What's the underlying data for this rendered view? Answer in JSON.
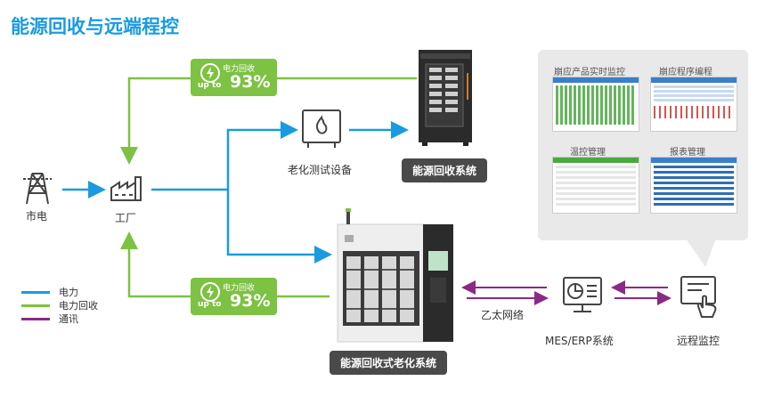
{
  "title": "能源回收与远端程控",
  "nodes": {
    "grid": "市电",
    "factory": "工厂",
    "aging_equipment": "老化测试设备",
    "recovery_system": "能源回收系统",
    "recovery_aging_system": "能源回收式老化系统",
    "mes_erp": "MES/ERP系统",
    "remote": "远程监控",
    "ethernet": "乙太网络"
  },
  "recovery_badges": [
    {
      "label": "电力回收",
      "up_to": "up to",
      "value": "93%"
    },
    {
      "label": "电力回收",
      "up_to": "up to",
      "value": "93%"
    }
  ],
  "screens": [
    {
      "title": "崩应产品实时监控"
    },
    {
      "title": "崩应程序编程"
    },
    {
      "title": "温控管理"
    },
    {
      "title": "报表管理"
    }
  ],
  "legend": [
    {
      "label": "电力",
      "color": "#1a9be0"
    },
    {
      "label": "电力回收",
      "color": "#7dc242"
    },
    {
      "label": "通讯",
      "color": "#8b2a86"
    }
  ],
  "colors": {
    "blue": "#1a9be0",
    "green": "#7dc242",
    "purple": "#8b2a86",
    "pill": "#4a4a4a"
  }
}
